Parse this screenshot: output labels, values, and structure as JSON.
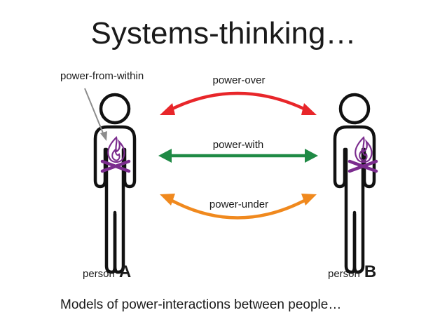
{
  "title": "Systems-thinking…",
  "labels": {
    "power_from_within": "power-from-within",
    "power_over": "power-over",
    "power_with": "power-with",
    "power_under": "power-under"
  },
  "persons": [
    {
      "prefix": "person",
      "letter": "A"
    },
    {
      "prefix": "person",
      "letter": "B"
    }
  ],
  "caption": "Models of power-interactions between people…",
  "colors": {
    "power_over": "#e8262a",
    "power_with": "#1f8a45",
    "power_under": "#f0891e",
    "fire": "#7b2c8e",
    "figure": "#111111",
    "pointer": "#8c8c8c"
  },
  "icons": [
    "person-icon",
    "flame-icon",
    "campfire-logs-icon"
  ]
}
